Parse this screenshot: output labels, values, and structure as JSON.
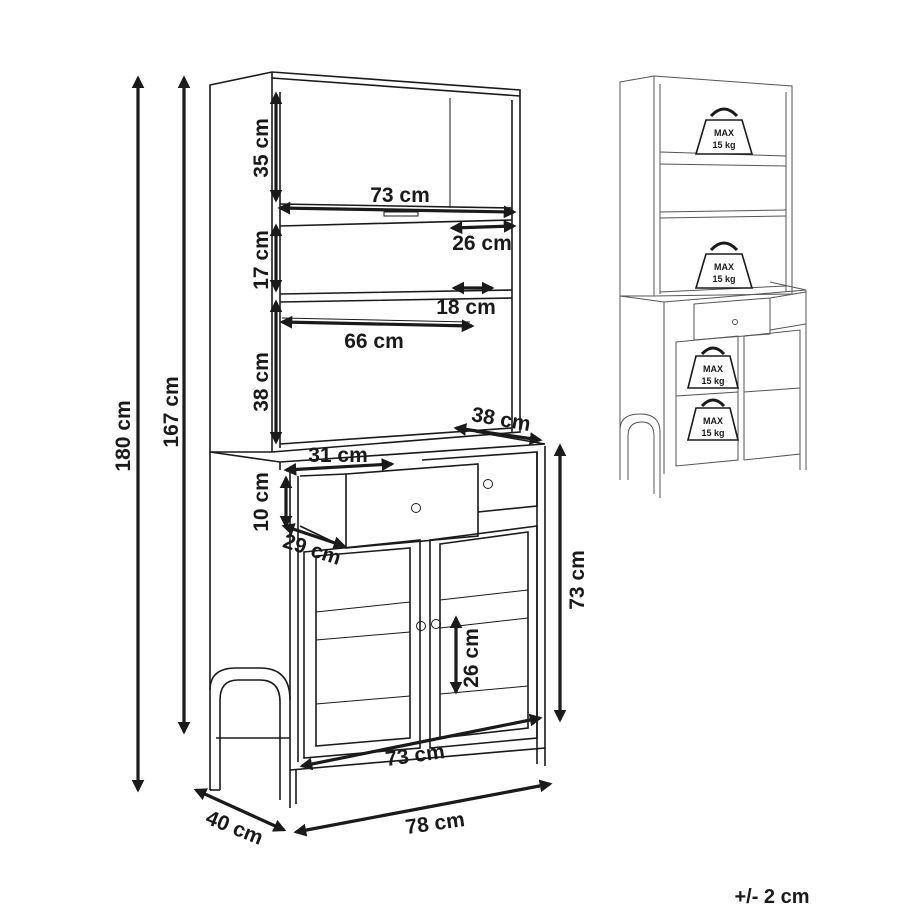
{
  "dimensions": {
    "total_height": "180 cm",
    "body_height": "167 cm",
    "top_shelf_height": "35 cm",
    "top_width": "73 cm",
    "rail_offset": "26 cm",
    "middle_shelf_height": "17 cm",
    "shelf_offset": "18 cm",
    "lower_open_width": "66 cm",
    "lower_open_height": "38 cm",
    "counter_depth": "38 cm",
    "drawer_width": "31 cm",
    "drawer_height": "10 cm",
    "drawer_depth": "29 cm",
    "cabinet_height": "73 cm",
    "inner_shelf_height": "26 cm",
    "cabinet_width": "73 cm",
    "depth": "40 cm",
    "width": "78 cm"
  },
  "weight_label": {
    "line1": "MAX",
    "line2": "15 kg"
  },
  "tolerance": "+/- 2 cm"
}
